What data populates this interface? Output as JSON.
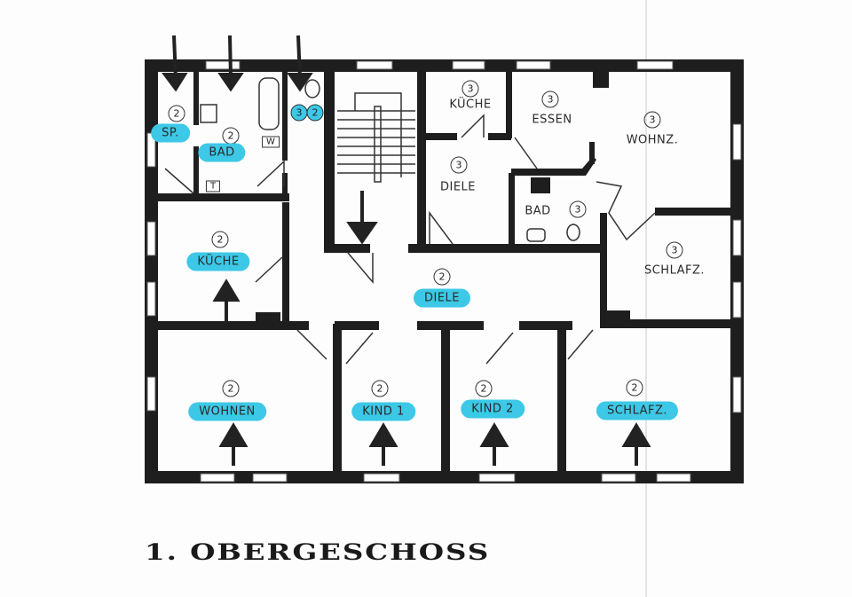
{
  "title": "1. OBERGESCHOSS",
  "colors": {
    "highlight": "#3cc8e6",
    "wall": "#1e1e1e"
  },
  "rooms": {
    "sp2": {
      "num": "2",
      "name": "SP.",
      "highlighted": true
    },
    "bad2": {
      "num": "2",
      "name": "BAD",
      "highlighted": true
    },
    "wc2": {
      "num_a": "3",
      "num_b": "2",
      "highlighted": true
    },
    "kueche3": {
      "num": "3",
      "name": "KÜCHE"
    },
    "essen3": {
      "num": "3",
      "name": "ESSEN"
    },
    "wohnz3": {
      "num": "3",
      "name": "WOHNZ."
    },
    "diele3": {
      "num": "3",
      "name": "DIELE"
    },
    "bad3": {
      "num": "3",
      "name": "BAD"
    },
    "schlafz3": {
      "num": "3",
      "name": "SCHLAFZ."
    },
    "kueche2": {
      "num": "2",
      "name": "KÜCHE",
      "highlighted": true
    },
    "diele2": {
      "num": "2",
      "name": "DIELE",
      "highlighted": true
    },
    "wohnen2": {
      "num": "2",
      "name": "WOHNEN",
      "highlighted": true
    },
    "kind1": {
      "num": "2",
      "name": "KIND 1",
      "highlighted": true
    },
    "kind2": {
      "num": "2",
      "name": "KIND 2",
      "highlighted": true
    },
    "schlafz2": {
      "num": "2",
      "name": "SCHLAFZ.",
      "highlighted": true
    }
  },
  "fixtures": {
    "washer": "W",
    "dryer": "T"
  }
}
